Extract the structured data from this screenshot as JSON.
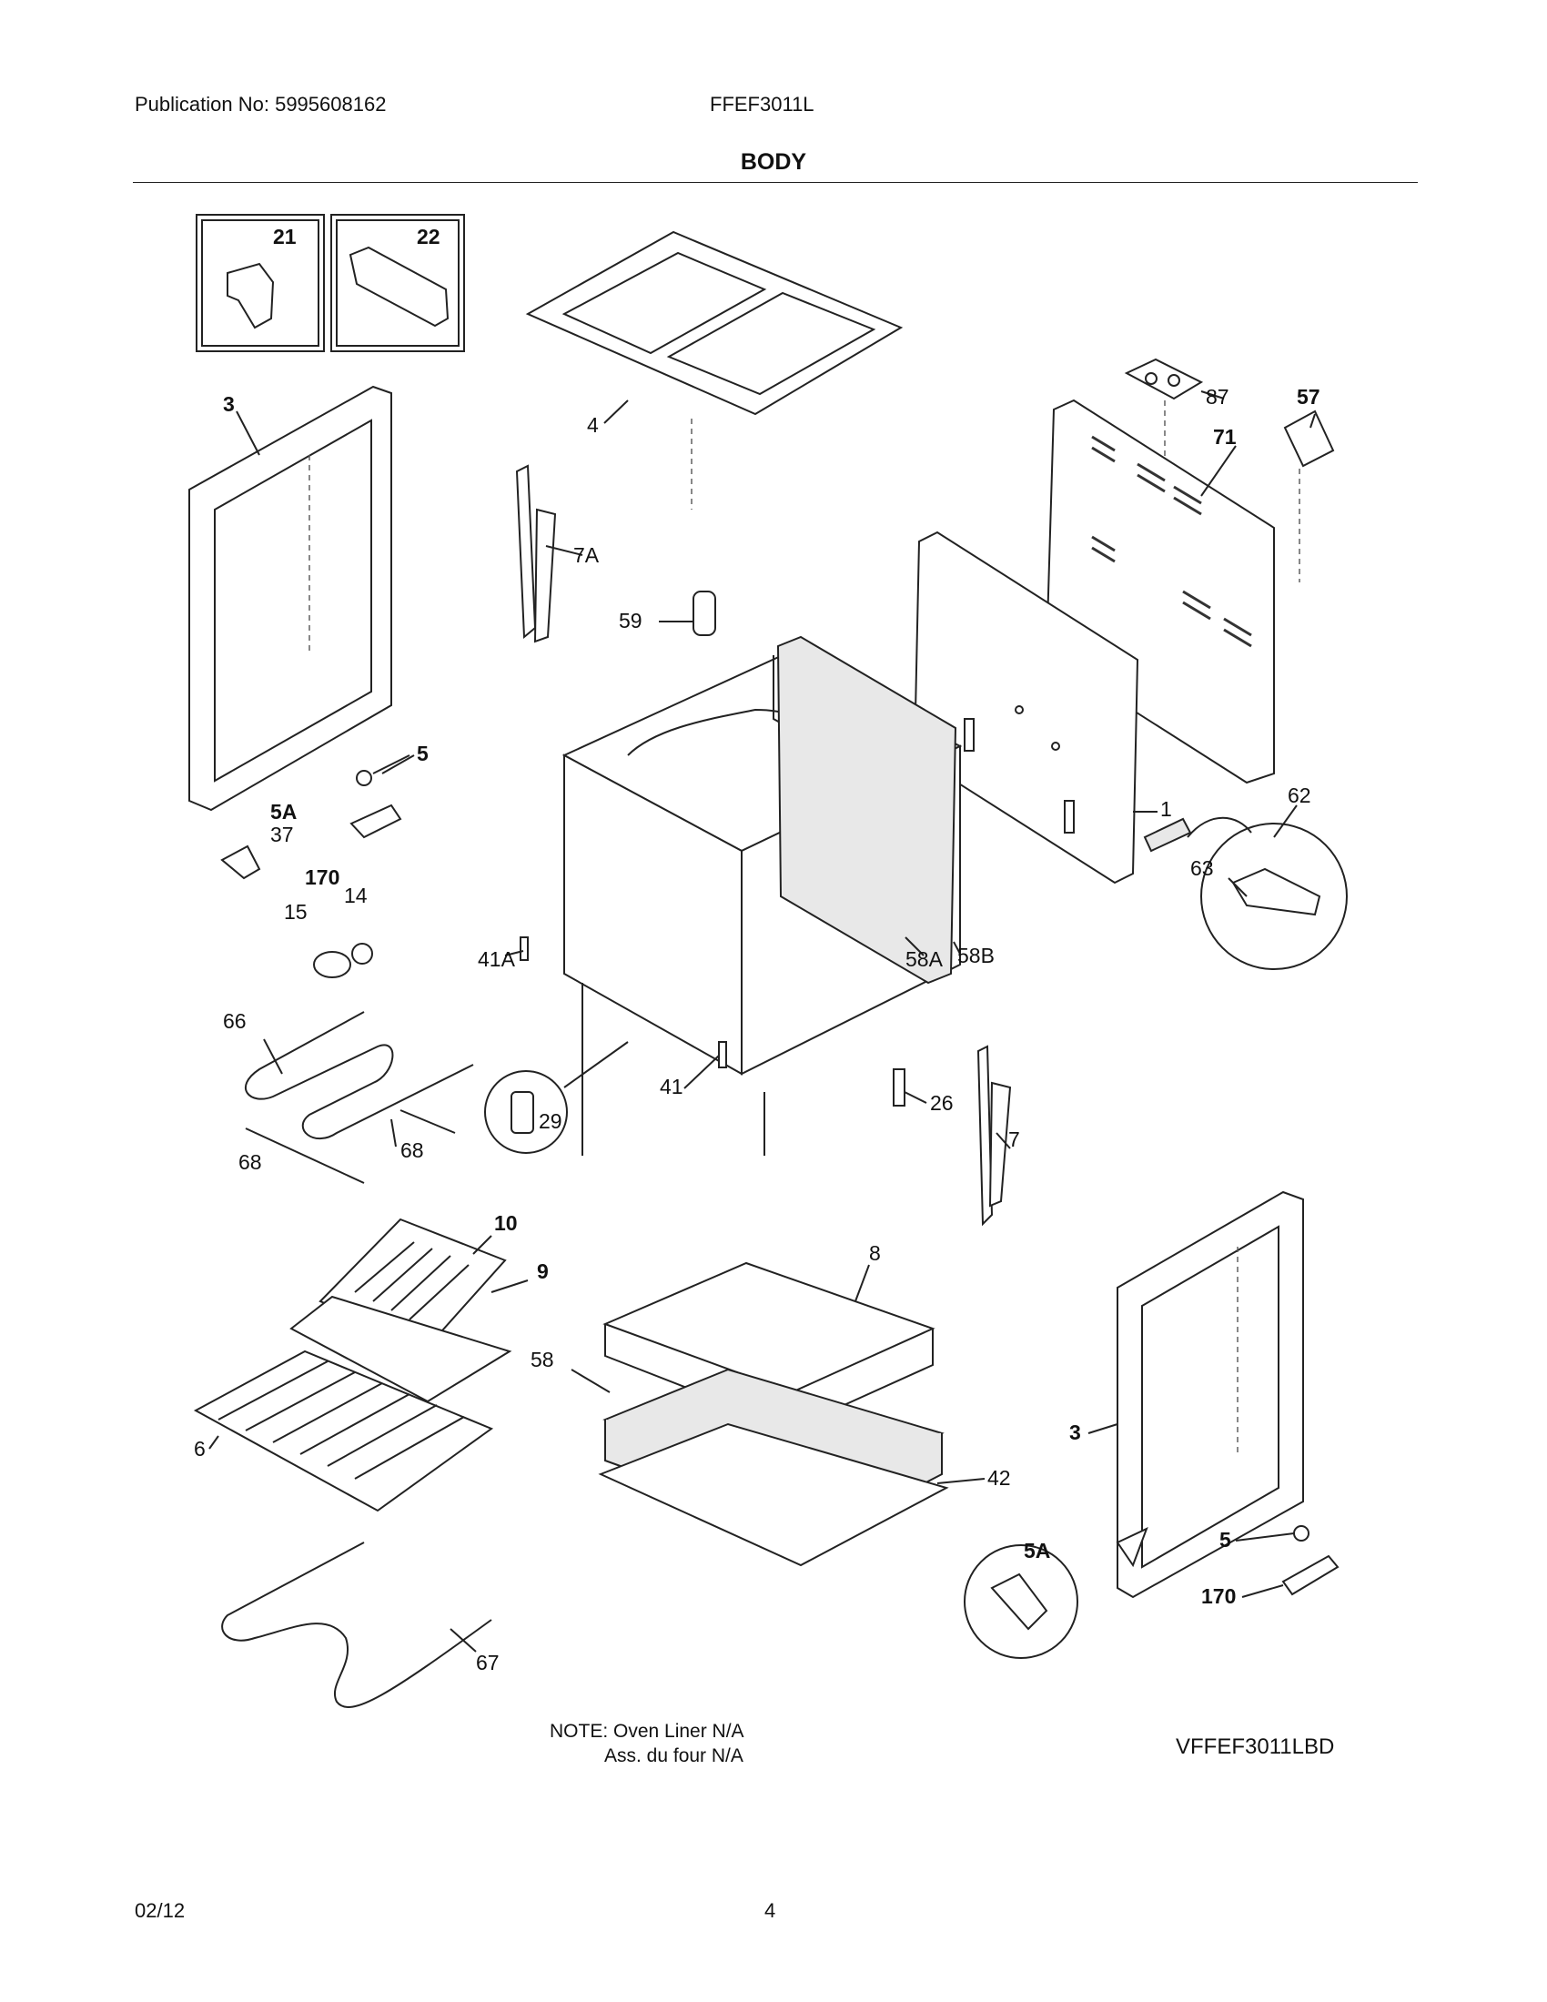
{
  "header": {
    "publication": "Publication No: 5995608162",
    "model": "FFEF3011L",
    "section_title": "BODY"
  },
  "callouts": {
    "c21": "21",
    "c22": "22",
    "c3a": "3",
    "c4": "4",
    "c87": "87",
    "c57": "57",
    "c71": "71",
    "c7A": "7A",
    "c59": "59",
    "c5a": "5",
    "c5Aa": "5A",
    "c37": "37",
    "c170a": "170",
    "c15": "15",
    "c14": "14",
    "c1": "1",
    "c62": "62",
    "c63": "63",
    "c41A": "41A",
    "c58A": "58A",
    "c58B": "58B",
    "c66": "66",
    "c68a": "68",
    "c68b": "68",
    "c29": "29",
    "c41": "41",
    "c26": "26",
    "c7": "7",
    "c10": "10",
    "c9": "9",
    "c8": "8",
    "c58": "58",
    "c6": "6",
    "c42": "42",
    "c3b": "3",
    "c5b": "5",
    "c5Ab": "5A",
    "c170b": "170",
    "c67": "67"
  },
  "notes": {
    "line1": "NOTE: Oven Liner N/A",
    "line2": "Ass. du four N/A"
  },
  "diagram_code": "VFFEF3011LBD",
  "footer": {
    "date": "02/12",
    "page": "4"
  }
}
